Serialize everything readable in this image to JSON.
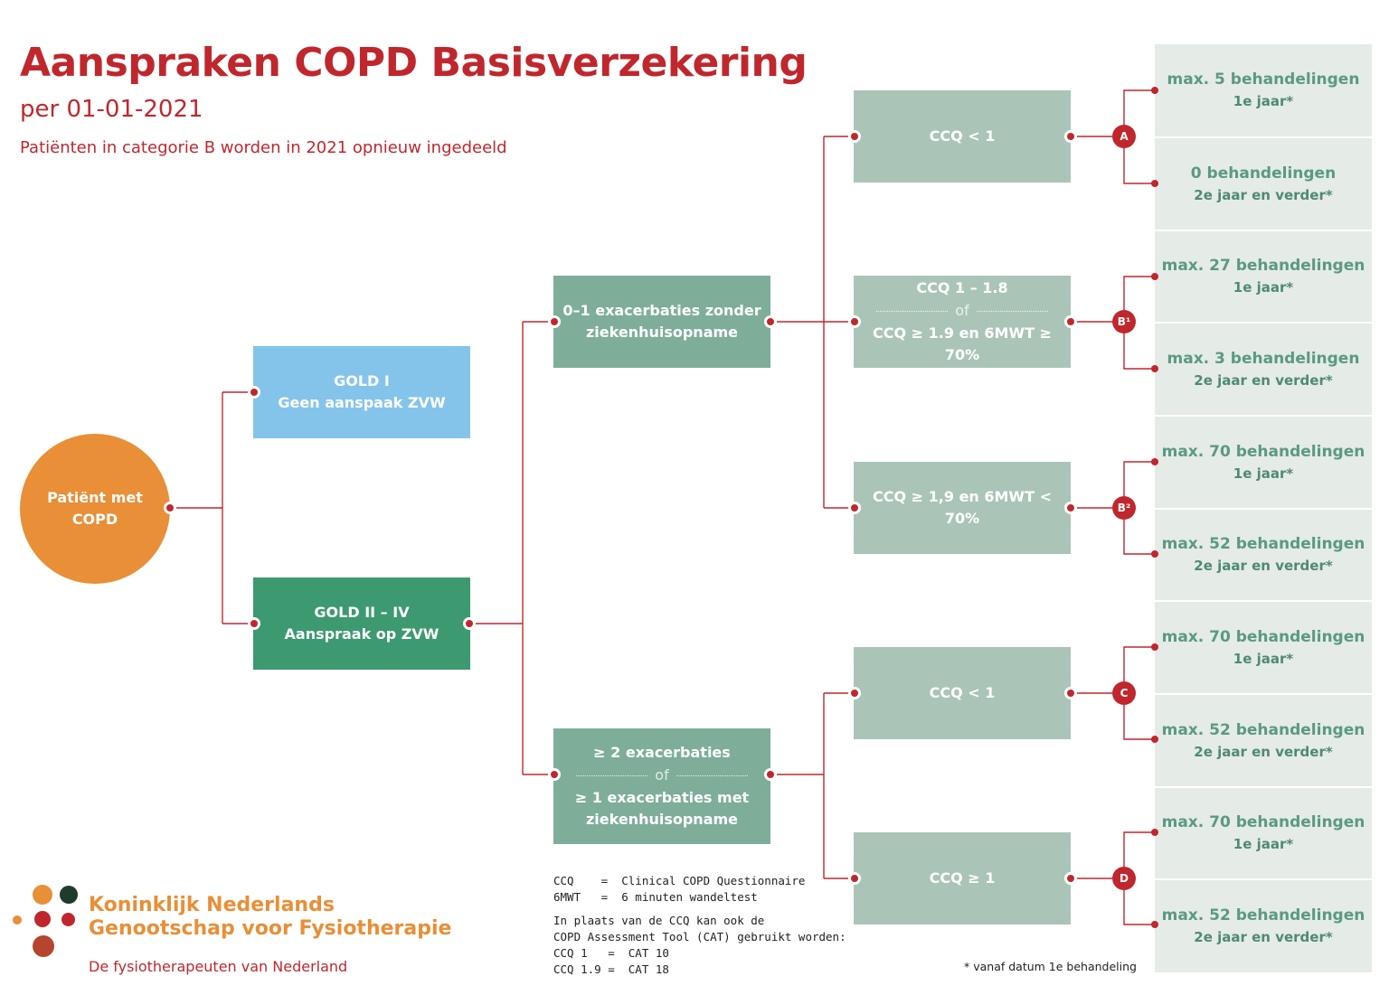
{
  "header": {
    "title": "Aanspraken COPD Basisverzekering",
    "subtitle": "per 01-01-2021",
    "note": "Patiënten in categorie B worden in 2021 opnieuw ingedeeld"
  },
  "nodes": {
    "patient": {
      "line1": "Patiënt met",
      "line2": "COPD"
    },
    "gold1": {
      "line1": "GOLD I",
      "line2": "Geen aanspaak ZVW"
    },
    "gold2": {
      "line1": "GOLD II – IV",
      "line2": "Aanspraak op ZVW"
    },
    "exac_low": {
      "line1": "0–1 exacerbaties zonder",
      "line2": "ziekenhuisopname"
    },
    "exac_high": {
      "line1": "≥ 2 exacerbaties",
      "or": "of",
      "line2": "≥ 1 exacerbaties met",
      "line3": "ziekenhuisopname"
    },
    "ccq_a": {
      "label": "CCQ < 1"
    },
    "ccq_b1": {
      "line1": "CCQ 1 – 1.8",
      "or": "of",
      "line2": "CCQ ≥ 1.9 en 6MWT ≥ 70%"
    },
    "ccq_b2": {
      "label": "CCQ ≥ 1,9 en 6MWT < 70%"
    },
    "ccq_c": {
      "label": "CCQ < 1"
    },
    "ccq_d": {
      "label": "CCQ ≥ 1"
    }
  },
  "badges": {
    "a": "A",
    "b1": "B¹",
    "b2": "B²",
    "c": "C",
    "d": "D"
  },
  "outcomes": [
    {
      "count": "max. 5 behandelingen",
      "year": "1e jaar*"
    },
    {
      "count": "0 behandelingen",
      "year": "2e jaar en verder*"
    },
    {
      "count": "max. 27 behandelingen",
      "year": "1e jaar*"
    },
    {
      "count": "max. 3 behandelingen",
      "year": "2e jaar en verder*"
    },
    {
      "count": "max. 70 behandelingen",
      "year": "1e jaar*"
    },
    {
      "count": "max. 52 behandelingen",
      "year": "2e jaar en verder*"
    },
    {
      "count": "max. 70 behandelingen",
      "year": "1e jaar*"
    },
    {
      "count": "max. 52 behandelingen",
      "year": "2e jaar en verder*"
    },
    {
      "count": "max. 70 behandelingen",
      "year": "1e jaar*"
    },
    {
      "count": "max. 52 behandelingen",
      "year": "2e jaar en verder*"
    }
  ],
  "legend": {
    "ccq": "CCQ    =  Clinical COPD Questionnaire",
    "mwt": "6MWT   =  6 minuten wandeltest",
    "alt1": "In plaats van de CCQ kan ook de",
    "alt2": "COPD Assessment Tool (CAT) gebruikt worden:",
    "cat1": "CCQ 1   =  CAT 10",
    "cat2": "CCQ 1.9 =  CAT 18"
  },
  "footnote": "* vanaf datum 1e behandeling",
  "logo": {
    "line1": "Koninklijk Nederlands",
    "line2": "Genootschap voor Fysiotherapie",
    "tagline": "De fysiotherapeuten van Nederland"
  },
  "colors": {
    "accent_red": "#c0272d",
    "orange": "#e88f37",
    "light_blue": "#85c4ea",
    "dark_green": "#3d9970",
    "mid_green": "#7eae9a",
    "light_green": "#aac5b8",
    "panel": "#e5ebe6"
  }
}
